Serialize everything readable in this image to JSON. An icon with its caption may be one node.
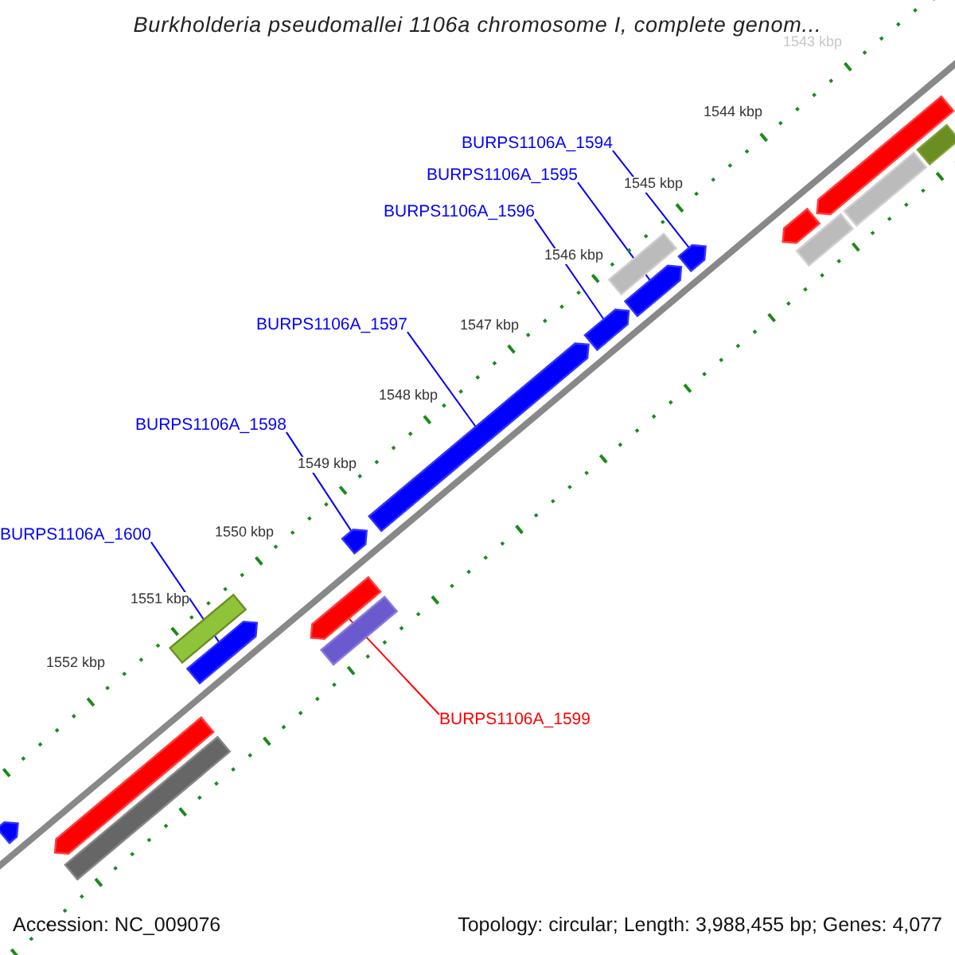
{
  "diagram": {
    "title": "Burkholderia pseudomallei 1106a chromosome I, complete genom...",
    "nodes": [
      {
        "text": [
          "BURPS1106A_1594"
        ]
      },
      {
        "text": [],
        "shape": "bar"
      },
      {
        "text": [
          "BURPS1106A_1595"
        ]
      },
      {
        "text": [],
        "shape": "bar"
      },
      {
        "text": [
          "BURPS1106A_1596"
        ]
      },
      {
        "text": [],
        "shape": "bar"
      },
      {
        "text": [
          "BURPS1106A_1597"
        ]
      },
      {
        "text": [],
        "shape": "bar"
      },
      {
        "text": [
          "BURPS1106A_1598"
        ]
      },
      {
        "text": [],
        "shape": "bar"
      },
      {
        "text": [
          "BURPS1106A_1600"
        ]
      },
      {
        "text": [],
        "shape": "bar"
      },
      {
        "text": [
          "BURPS1106A_1599"
        ]
      },
      {
        "text": [],
        "shape": "bar"
      },
      {
        "text": [],
        "shape": "bar"
      },
      {
        "text": [],
        "shape": "box"
      },
      {
        "text": [],
        "shape": "box"
      },
      {
        "text": [],
        "shape": "box"
      },
      {
        "text": [],
        "shape": "bar"
      },
      {
        "text": [],
        "shape": "box"
      },
      {
        "text": [],
        "shape": "bar"
      },
      {
        "text": [],
        "shape": "bar"
      },
      {
        "text": [],
        "shape": "box"
      },
      {
        "text": [],
        "shape": "box"
      },
      {
        "text": [],
        "shape": "box"
      }
    ],
    "edges": [
      {
        "from": 0,
        "to": 1,
        "arrow": "none"
      },
      {
        "from": 2,
        "to": 3,
        "arrow": "none"
      },
      {
        "from": 4,
        "to": 5,
        "arrow": "none"
      },
      {
        "from": 6,
        "to": 7,
        "arrow": "none"
      },
      {
        "from": 8,
        "to": 9,
        "arrow": "none"
      },
      {
        "from": 10,
        "to": 11,
        "arrow": "none"
      },
      {
        "from": 12,
        "to": 13,
        "arrow": "none",
        "color": "#ff0000"
      }
    ],
    "labels": [
      "1543 kbp",
      "1544 kbp",
      "1545 kbp",
      "1546 kbp",
      "1547 kbp",
      "1548 kbp",
      "1549 kbp",
      "1550 kbp",
      "1551 kbp",
      "1552 kbp",
      "Accession: NC_009076",
      "Topology: circular; Length: 3,988,455 bp; Genes: 4,077"
    ]
  }
}
